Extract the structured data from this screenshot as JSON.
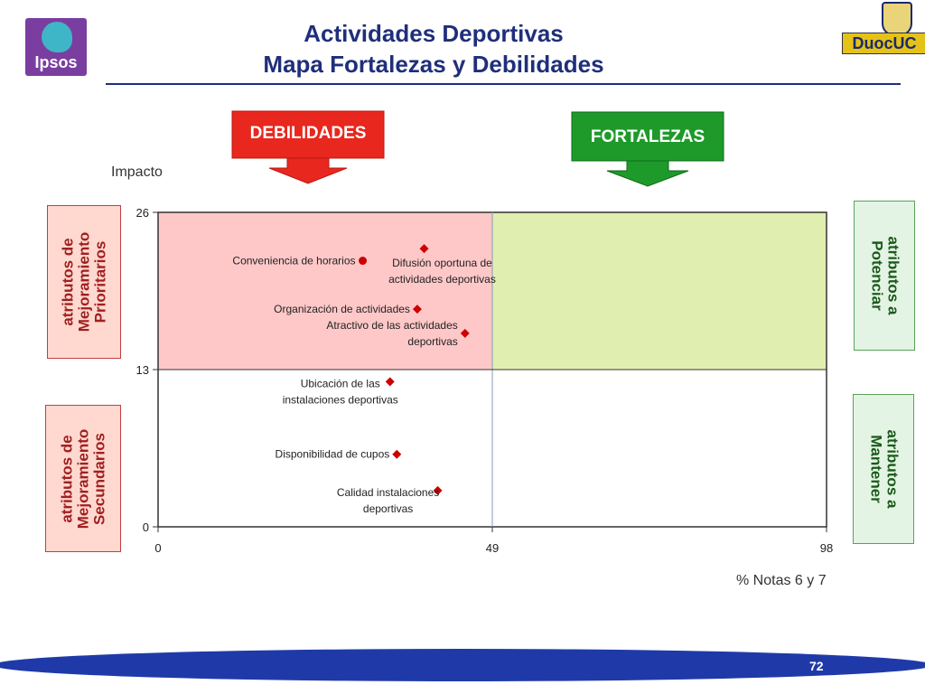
{
  "header": {
    "title_line1": "Actividades Deportivas",
    "title_line2": "Mapa Fortalezas y Debilidades",
    "logo_left_text": "Ipsos",
    "logo_right_text": "DuocUC"
  },
  "callouts": {
    "weaknesses": "DEBILIDADES",
    "strengths": "FORTALEZAS"
  },
  "side_labels": {
    "priority": [
      "atributos de",
      "Mejoramiento",
      "Prioritarios"
    ],
    "secondary": [
      "atributos de",
      "Mejoramiento",
      "Secundarios"
    ],
    "enhance": [
      "atributos a",
      "Potenciar"
    ],
    "maintain": [
      "atributos a",
      "Mantener"
    ]
  },
  "colors": {
    "title": "#1f2f7a",
    "weakness_callout": "#e8271e",
    "strength_callout": "#1e9a2a",
    "weakness_quadrant": "#ffc8c8",
    "strength_quadrant": "#e0efb0",
    "marker": "#cc0000",
    "side_box_red_bg": "#ffd8d0",
    "side_box_red_border": "#c04040",
    "side_box_red_text": "#a02020",
    "side_box_green_bg": "#e4f4e4",
    "side_box_green_border": "#5aa05a",
    "side_box_green_text": "#1a5a1a",
    "footer": "#1f3aa8"
  },
  "chart_data": {
    "type": "scatter",
    "ylabel": "Impacto",
    "xlabel": "% Notas 6 y 7",
    "xlim": [
      0,
      98
    ],
    "ylim": [
      0,
      26
    ],
    "x_ticks": [
      "0",
      "49",
      "98"
    ],
    "y_ticks": [
      "0",
      "13",
      "26"
    ],
    "x_divider": 49,
    "y_divider": 13,
    "grid": false,
    "points": [
      {
        "label": [
          "Conveniencia de horarios"
        ],
        "x": 30,
        "y": 22,
        "marker": "circle",
        "label_side": "left"
      },
      {
        "label": [
          "Difusión oportuna de",
          "actividades deportivas"
        ],
        "x": 39,
        "y": 23,
        "marker": "diamond",
        "label_side": "below-right"
      },
      {
        "label": [
          "Organización de actividades"
        ],
        "x": 38,
        "y": 18,
        "marker": "diamond",
        "label_side": "left"
      },
      {
        "label": [
          "Atractivo de las actividades",
          "deportivas"
        ],
        "x": 45,
        "y": 16,
        "marker": "diamond",
        "label_side": "left"
      },
      {
        "label": [
          "Ubicación de las",
          "instalaciones deportivas"
        ],
        "x": 34,
        "y": 12,
        "marker": "diamond",
        "label_side": "left-below"
      },
      {
        "label": [
          "Disponibilidad de cupos"
        ],
        "x": 35,
        "y": 6,
        "marker": "diamond",
        "label_side": "left"
      },
      {
        "label": [
          "Calidad instalaciones",
          "deportivas"
        ],
        "x": 41,
        "y": 3,
        "marker": "diamond",
        "label_side": "left-below"
      }
    ]
  },
  "footer": {
    "page_number": "72"
  }
}
